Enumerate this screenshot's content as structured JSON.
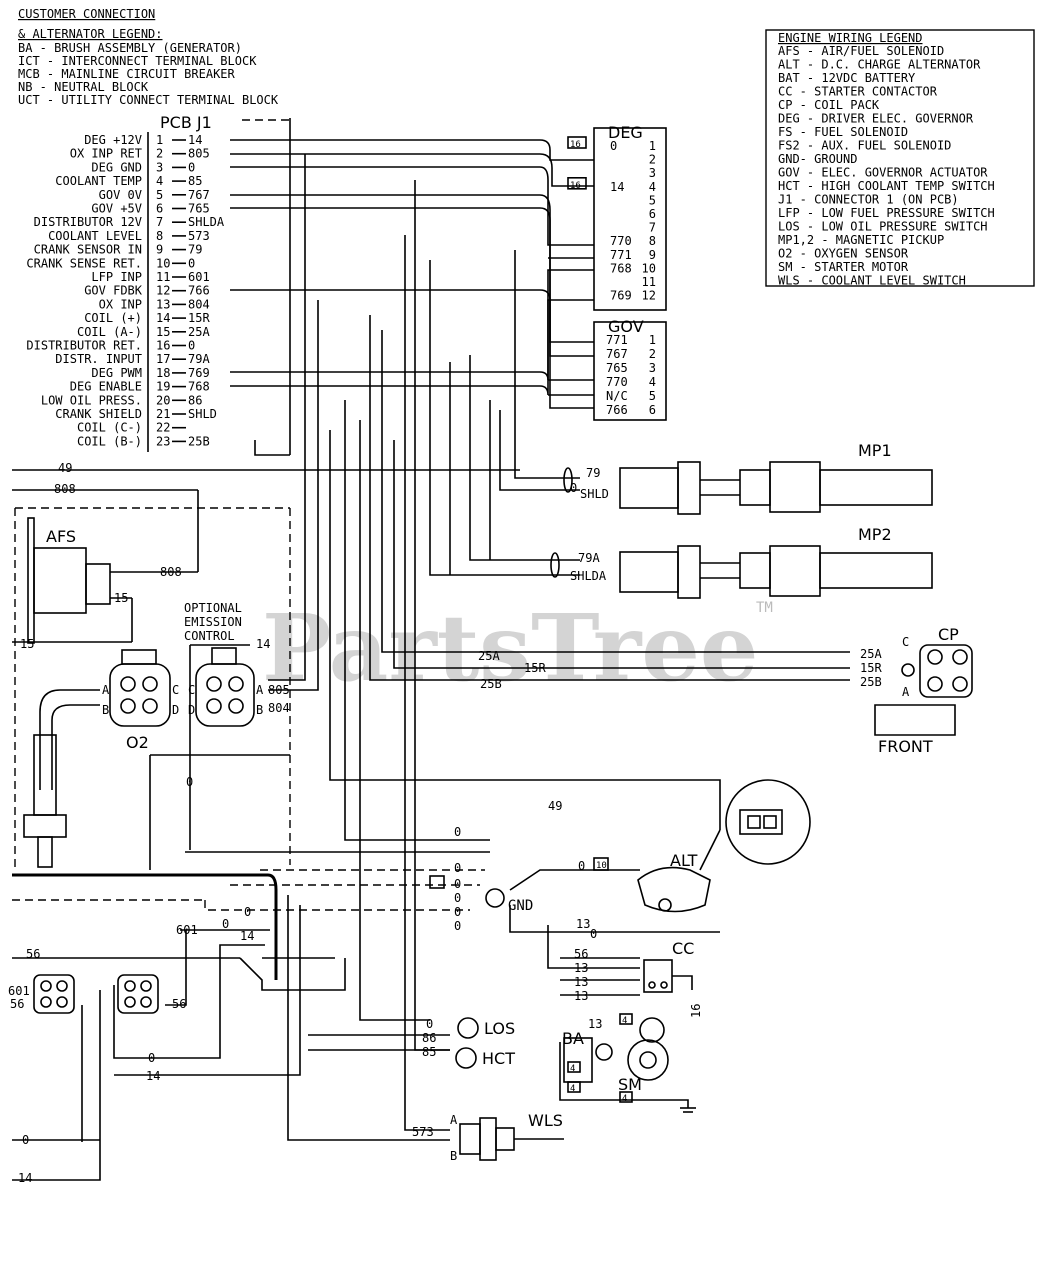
{
  "header": {
    "customer_connection": "CUSTOMER CONNECTION",
    "alt_legend_title": "& ALTERNATOR LEGEND:",
    "alt_legend": [
      "BA  - BRUSH ASSEMBLY (GENERATOR)",
      "ICT - INTERCONNECT TERMINAL BLOCK",
      "MCB  - MAINLINE CIRCUIT BREAKER",
      "NB  - NEUTRAL BLOCK",
      "UCT  - UTILITY CONNECT TERMINAL BLOCK"
    ]
  },
  "engine_legend": {
    "title": "ENGINE WIRING LEGEND",
    "items": [
      "AFS - AIR/FUEL SOLENOID",
      "ALT - D.C. CHARGE ALTERNATOR",
      "BAT - 12VDC BATTERY",
      "CC  - STARTER CONTACTOR",
      "CP  - COIL PACK",
      "DEG - DRIVER ELEC. GOVERNOR",
      "FS  - FUEL SOLENOID",
      "FS2 - AUX. FUEL SOLENOID",
      "GND- GROUND",
      "GOV - ELEC. GOVERNOR ACTUATOR",
      "HCT - HIGH COOLANT TEMP SWITCH",
      "J1 - CONNECTOR 1 (ON PCB)",
      "LFP - LOW FUEL PRESSURE SWITCH",
      "LOS - LOW OIL PRESSURE SWITCH",
      "MP1,2 - MAGNETIC PICKUP",
      "O2 - OXYGEN SENSOR",
      "SM  - STARTER MOTOR",
      "WLS - COOLANT LEVEL SWITCH"
    ]
  },
  "pcb": {
    "title": "PCB J1",
    "pins": [
      {
        "label": "DEG +12V",
        "pin": "1",
        "wire": "14"
      },
      {
        "label": "OX INP RET",
        "pin": "2",
        "wire": "805"
      },
      {
        "label": "DEG GND",
        "pin": "3",
        "wire": "0"
      },
      {
        "label": "COOLANT TEMP",
        "pin": "4",
        "wire": "85"
      },
      {
        "label": "GOV 0V",
        "pin": "5",
        "wire": "767"
      },
      {
        "label": "GOV +5V",
        "pin": "6",
        "wire": "765"
      },
      {
        "label": "DISTRIBUTOR 12V",
        "pin": "7",
        "wire": "SHLDA"
      },
      {
        "label": "COOLANT LEVEL",
        "pin": "8",
        "wire": "573"
      },
      {
        "label": "CRANK SENSOR IN",
        "pin": "9",
        "wire": "79"
      },
      {
        "label": "CRANK SENSE RET.",
        "pin": "10",
        "wire": "0"
      },
      {
        "label": "LFP INP",
        "pin": "11",
        "wire": "601"
      },
      {
        "label": "GOV FDBK",
        "pin": "12",
        "wire": "766"
      },
      {
        "label": "OX INP",
        "pin": "13",
        "wire": "804"
      },
      {
        "label": "COIL (+)",
        "pin": "14",
        "wire": "15R"
      },
      {
        "label": "COIL (A-)",
        "pin": "15",
        "wire": "25A"
      },
      {
        "label": "DISTRIBUTOR RET.",
        "pin": "16",
        "wire": "0"
      },
      {
        "label": "DISTR. INPUT",
        "pin": "17",
        "wire": "79A"
      },
      {
        "label": "DEG PWM",
        "pin": "18",
        "wire": "769"
      },
      {
        "label": "DEG ENABLE",
        "pin": "19",
        "wire": "768"
      },
      {
        "label": "LOW OIL PRESS.",
        "pin": "20",
        "wire": "86"
      },
      {
        "label": "CRANK SHIELD",
        "pin": "21",
        "wire": "SHLD"
      },
      {
        "label": "COIL (C-)",
        "pin": "22",
        "wire": ""
      },
      {
        "label": "COIL (B-)",
        "pin": "23",
        "wire": "25B"
      }
    ]
  },
  "deg": {
    "title": "DEG",
    "pins": [
      "1",
      "2",
      "3",
      "4",
      "5",
      "6",
      "7",
      "8",
      "9",
      "10",
      "11",
      "12"
    ],
    "wires": [
      "0",
      "",
      "",
      "14",
      "",
      "",
      "",
      "770",
      "771",
      "768",
      "",
      "769"
    ],
    "tag": "16"
  },
  "gov": {
    "title": "GOV",
    "pins": [
      "1",
      "2",
      "3",
      "4",
      "5",
      "6"
    ],
    "wires": [
      "771",
      "767",
      "765",
      "770",
      "N/C",
      "766"
    ]
  },
  "components": {
    "mp1": "MP1",
    "mp2": "MP2",
    "afs": "AFS",
    "o2": "O2",
    "optional": [
      "OPTIONAL",
      "EMISSION",
      "CONTROL"
    ],
    "cp": "CP",
    "front": "FRONT",
    "alt": "ALT",
    "gnd": "GND",
    "cc": "CC",
    "ba": "BA",
    "sm": "SM",
    "los": "LOS",
    "hct": "HCT",
    "wls": "WLS"
  },
  "wire_labels": {
    "w79": "79",
    "w0": "0",
    "shld": "SHLD",
    "w79a": "79A",
    "shlda": "SHLDA",
    "w49": "49",
    "w808": "808",
    "w15": "15",
    "w14": "14",
    "w805": "805",
    "w804": "804",
    "w25a": "25A",
    "w15r": "15R",
    "w25b": "25B",
    "w601": "601",
    "w56": "56",
    "w13": "13",
    "w16": "16",
    "w4": "4",
    "w86": "86",
    "w85": "85",
    "w573": "573",
    "w10": "10",
    "pin_a": "A",
    "pin_b": "B",
    "pin_c": "C",
    "pin_d": "D"
  },
  "watermark": "PartsTree",
  "tm": "TM"
}
